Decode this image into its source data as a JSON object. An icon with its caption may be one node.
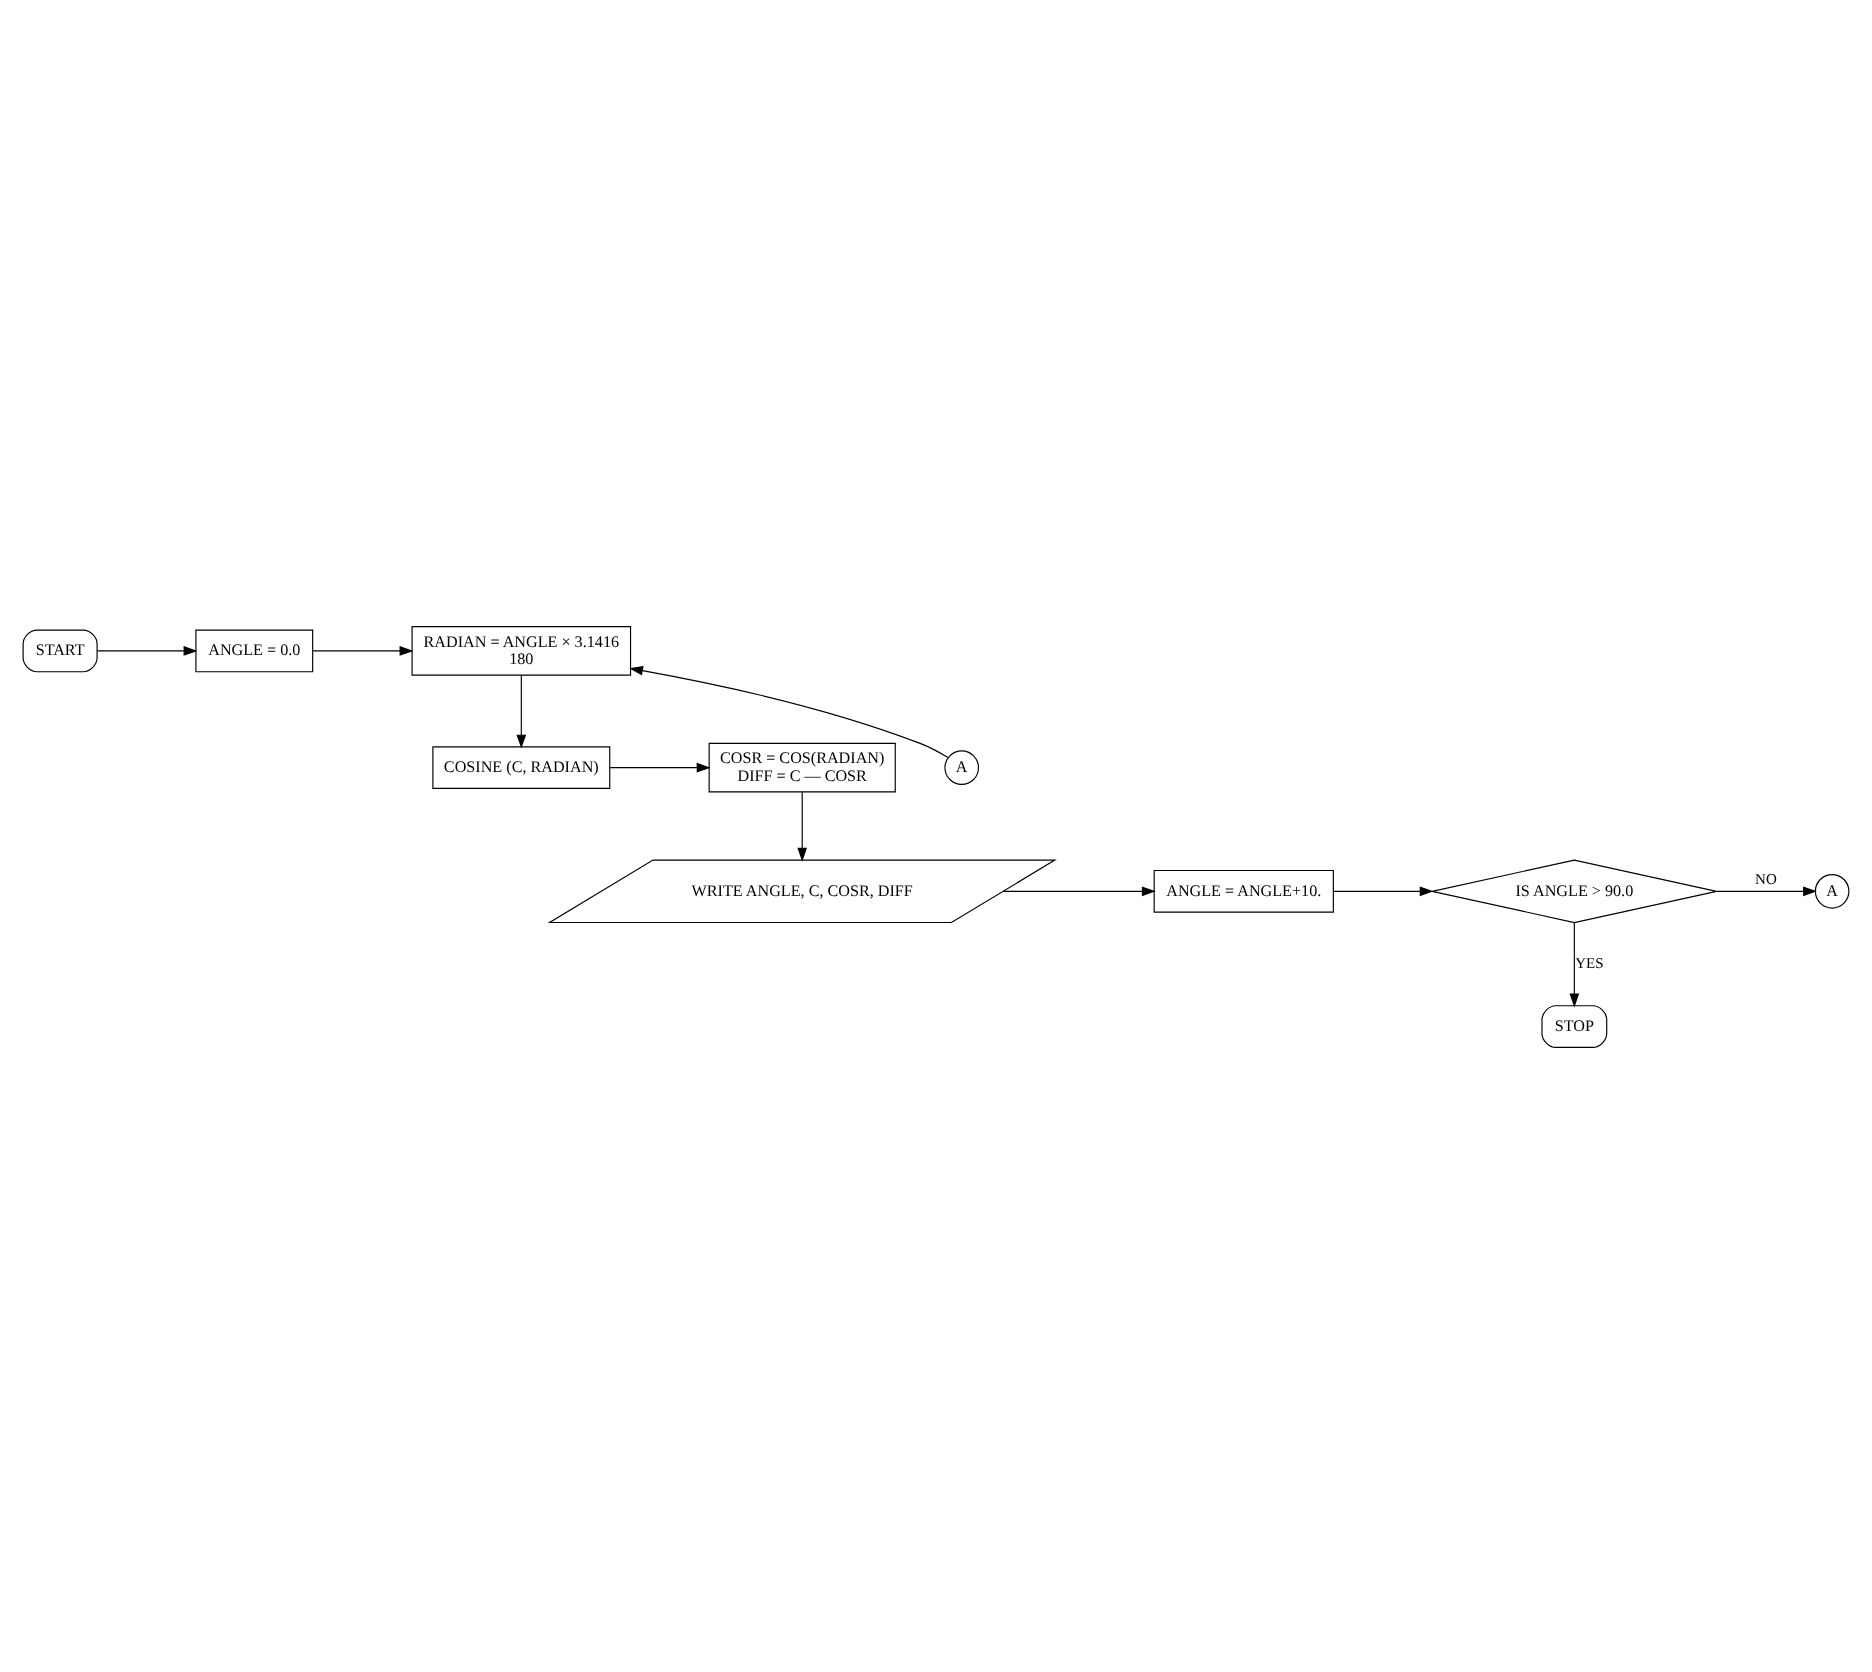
{
  "diagram": {
    "nodes": [
      {
        "text": [
          "START"
        ]
      },
      {
        "text": [
          "ANGLE = 0.0"
        ]
      },
      {
        "text": [
          "RADIAN = ANGLE × 3.1416",
          "180"
        ]
      },
      {
        "text": [
          "A"
        ]
      },
      {
        "text": [
          "COSINE (C, RADIAN)"
        ]
      },
      {
        "text": [
          "COSR = COS(RADIAN)",
          "DIFF = C — COSR"
        ]
      },
      {
        "text": [
          "WRITE ANGLE, C, COSR, DIFF"
        ]
      },
      {
        "text": [
          "ANGLE = ANGLE+10."
        ]
      },
      {
        "text": [
          "IS ANGLE > 90.0"
        ]
      },
      {
        "text": [
          "A"
        ]
      },
      {
        "text": [
          "STOP"
        ]
      }
    ],
    "edges": [
      {
        "from": 0,
        "to": 1,
        "arrow": "to"
      },
      {
        "from": 1,
        "to": 2,
        "arrow": "to"
      },
      {
        "from": 3,
        "to": 2,
        "arrow": "to"
      },
      {
        "from": 2,
        "to": 4,
        "arrow": "to"
      },
      {
        "from": 4,
        "to": 5,
        "arrow": "to"
      },
      {
        "from": 5,
        "to": 6,
        "arrow": "to"
      },
      {
        "from": 6,
        "to": 7,
        "arrow": "to"
      },
      {
        "from": 7,
        "to": 8,
        "arrow": "to"
      },
      {
        "from": 8,
        "to": 9,
        "label": "NO",
        "arrow": "to"
      },
      {
        "from": 8,
        "to": 10,
        "label": "YES",
        "arrow": "to"
      }
    ]
  }
}
